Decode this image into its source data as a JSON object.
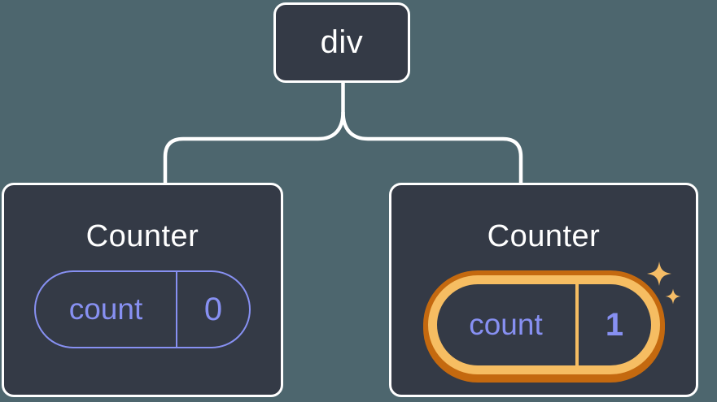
{
  "tree": {
    "root": {
      "label": "div"
    },
    "children": [
      {
        "title": "Counter",
        "state": {
          "name": "count",
          "value": "0"
        },
        "highlighted": false
      },
      {
        "title": "Counter",
        "state": {
          "name": "count",
          "value": "1"
        },
        "highlighted": true
      }
    ]
  },
  "icons": {
    "sparkles": "two four-pointed stars marking preserved state"
  },
  "colors": {
    "background": "#4D666E",
    "node_fill": "#343A46",
    "node_border": "#FFFFFF",
    "state_accent": "#8790F2",
    "highlight_light": "#F6BD62",
    "highlight_dark": "#C4690F"
  }
}
